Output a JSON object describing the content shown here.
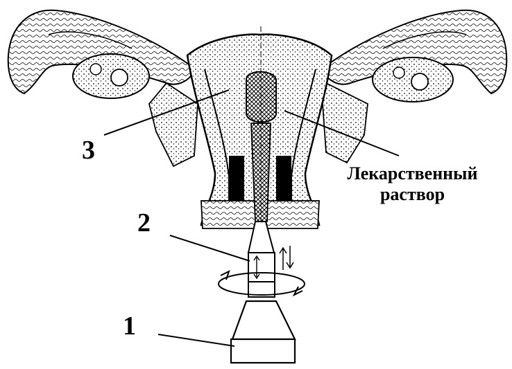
{
  "labels": {
    "n1": "1",
    "n2": "2",
    "n3": "3",
    "solution_line1": "Лекарственный",
    "solution_line2": "раствор"
  },
  "colors": {
    "ink": "#000000",
    "paper": "#ffffff"
  }
}
